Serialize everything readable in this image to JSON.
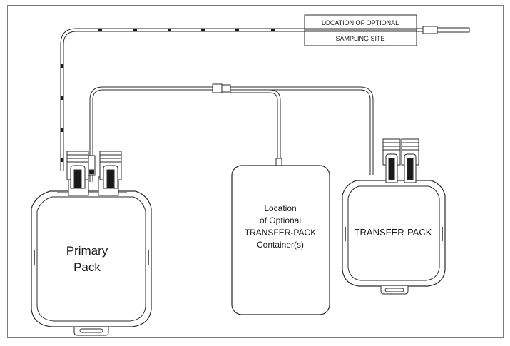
{
  "labels": {
    "sampling_site_line1": "LOCATION OF OPTIONAL",
    "sampling_site_line2": "SAMPLING SITE",
    "primary_line1": "Primary",
    "primary_line2": "Pack",
    "optional_line1": "Location",
    "optional_line2": "of Optional",
    "optional_line3": "TRANSFER-PACK",
    "optional_line4": "Container(s)",
    "transfer": "TRANSFER-PACK"
  },
  "colors": {
    "line": "#2a2a2a",
    "border": "#7a7a7a",
    "background": "#ffffff"
  }
}
